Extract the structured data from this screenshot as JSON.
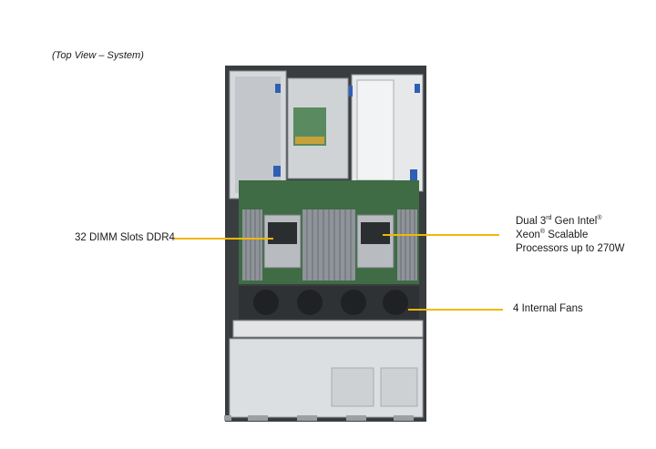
{
  "caption": "(Top View – System)",
  "callouts": {
    "dimm": {
      "text": "32 DIMM Slots DDR4"
    },
    "cpu": {
      "line1_pre": "Dual 3",
      "line1_sup": "rd",
      "line1_mid": " Gen Intel",
      "line1_reg": "®",
      "line2_pre": "Xeon",
      "line2_reg": "®",
      "line2_post": " Scalable",
      "line3": "Processors up to 270W"
    },
    "fans": {
      "text": "4 Internal  Fans"
    }
  },
  "colors": {
    "callout_line": "#f2b705",
    "board_green": "#3f6b45",
    "chassis_grey": "#d9dcde",
    "frame_dark": "#3a3d40"
  }
}
